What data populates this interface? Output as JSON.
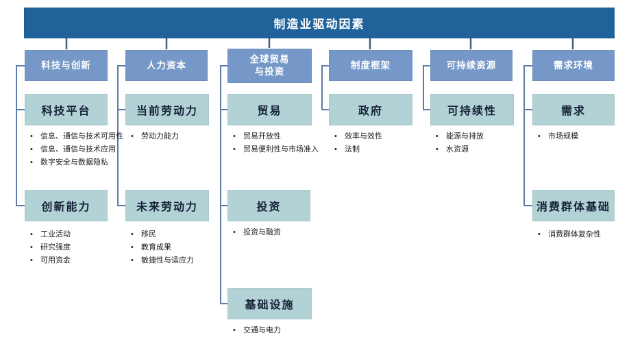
{
  "title": "制造业驱动因素",
  "colors": {
    "banner": "#20639a",
    "category_box": "#7598c8",
    "sub_box": "#b2d2d5",
    "connector_line": "#5e7ca6",
    "banner_text": "#ffffff",
    "sub_box_text": "#152238",
    "bullet_text": "#1c1c1c"
  },
  "columns": [
    {
      "header": "科技与创新",
      "boxes": [
        {
          "title": "科技平台",
          "bullets": [
            "信息、通信与技术可用性",
            "信息、通信与技术应用",
            "数字安全与数据隐私"
          ]
        },
        {
          "title": "创新能力",
          "bullets": [
            "工业活动",
            "研究强度",
            "可用资金"
          ]
        }
      ]
    },
    {
      "header": "人力资本",
      "boxes": [
        {
          "title": "当前劳动力",
          "bullets": [
            "劳动力能力"
          ]
        },
        {
          "title": "未来劳动力",
          "bullets": [
            "移民",
            "教育成果",
            "敏捷性与适应力"
          ]
        }
      ]
    },
    {
      "header": "全球贸易\n与投资",
      "boxes": [
        {
          "title": "贸易",
          "bullets": [
            "贸易开放性",
            "贸易便利性与市场准入"
          ]
        },
        {
          "title": "投资",
          "bullets": [
            "投资与融资"
          ]
        },
        {
          "title": "基础设施",
          "bullets": [
            "交通与电力"
          ]
        }
      ]
    },
    {
      "header": "制度框架",
      "boxes": [
        {
          "title": "政府",
          "bullets": [
            "效率与效性",
            "法制"
          ]
        }
      ]
    },
    {
      "header": "可持续资源",
      "boxes": [
        {
          "title": "可持续性",
          "bullets": [
            "能源与排放",
            "水资源"
          ]
        }
      ]
    },
    {
      "header": "需求环境",
      "boxes": [
        {
          "title": "需求",
          "bullets": [
            "市场规模"
          ]
        },
        {
          "title": "消费群体基础",
          "bullets": [
            "消费群体复杂性"
          ]
        }
      ]
    }
  ]
}
